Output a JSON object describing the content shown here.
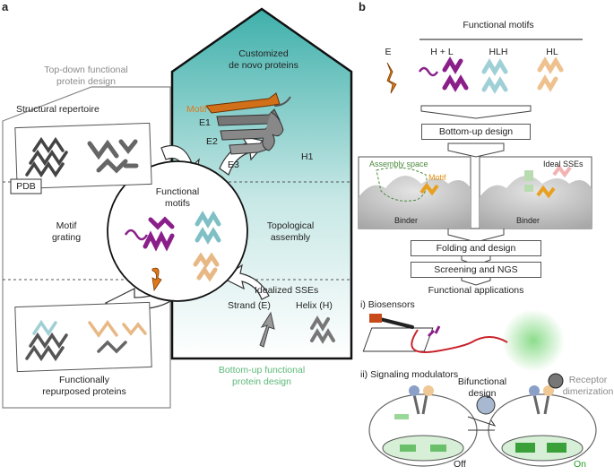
{
  "panel_a": {
    "letter": "a",
    "top_down_title": [
      "Top-down functional",
      "protein design"
    ],
    "structural_repertoire": "Structural repertoire",
    "pdb_label": "PDB",
    "customized_title": [
      "Customized",
      "de novo proteins"
    ],
    "motif_label": "Motif",
    "strand_labels": [
      "E1",
      "E2",
      "E3"
    ],
    "helix_label": "H1",
    "center_circle": [
      "Functional",
      "motifs"
    ],
    "motif_grating": [
      "Motif",
      "grating"
    ],
    "topological_assembly": [
      "Topological",
      "assembly"
    ],
    "idealized_sses": "Idealized SSEs",
    "strand_e": "Strand (E)",
    "helix_h": "Helix (H)",
    "repurposed": [
      "Functionally",
      "repurposed proteins"
    ],
    "bottom_up_title": [
      "Bottom-up functional",
      "protein design"
    ]
  },
  "panel_b": {
    "letter": "b",
    "functional_motifs": "Functional motifs",
    "motif_types": [
      "E",
      "H + L",
      "HLH",
      "HL"
    ],
    "bottom_up_design": "Bottom-up design",
    "assembly_space": "Assembly space",
    "motif": "Motif",
    "ideal_sses": "Ideal SSEs",
    "binder_left": "Binder",
    "binder_right": "Binder",
    "folding_and_design": "Folding and design",
    "screening_and_ngs": "Screening and NGS",
    "functional_applications": "Functional applications",
    "biosensors": "i) Biosensors",
    "signaling_modulators": "ii) Signaling modulators",
    "bifunctional_design": [
      "Bifunctional",
      "design"
    ],
    "receptor_dimerization": [
      "Receptor",
      "dimerization"
    ],
    "off_label": "Off",
    "on_label": "On"
  },
  "colors": {
    "orange": "#e07818",
    "purple": "#8a1f8a",
    "cyan": "#a8d8dc",
    "peach": "#f0c896",
    "teal_top": "#48b4b0",
    "green_text": "#5cb87a",
    "grey_text": "#8a8a8a"
  }
}
